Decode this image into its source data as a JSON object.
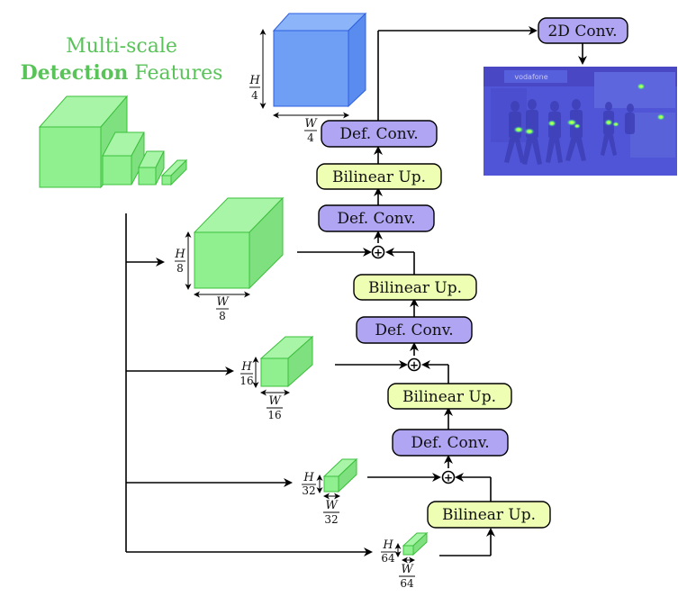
{
  "title": {
    "line1": "Multi-scale",
    "line2_bold": "Detection",
    "line2_rest": " Features"
  },
  "colors": {
    "title_green": "#59c35a",
    "cube_green": "#90f090",
    "cube_green_dark": "#3cbf3c",
    "cube_blue": "#6f9ef5",
    "cube_blue_dark": "#2d5fe0",
    "purple_box": "#b0a5f2",
    "yellow_box": "#eeffb4",
    "heatmap_bg": "#5055d8"
  },
  "blocks": {
    "def_conv": "Def. Conv.",
    "bilinear_up": "Bilinear Up.",
    "conv2d": "2D Conv."
  },
  "dims": {
    "h4": {
      "num": "H",
      "den": "4"
    },
    "w4": {
      "num": "W",
      "den": "4"
    },
    "h8": {
      "num": "H",
      "den": "8"
    },
    "w8": {
      "num": "W",
      "den": "8"
    },
    "h16": {
      "num": "H",
      "den": "16"
    },
    "w16": {
      "num": "W",
      "den": "16"
    },
    "h32": {
      "num": "H",
      "den": "32"
    },
    "w32": {
      "num": "W",
      "den": "32"
    },
    "h64": {
      "num": "H",
      "den": "64"
    },
    "w64": {
      "num": "W",
      "den": "64"
    }
  },
  "sum_symbol": "+",
  "heatmap_sign": "vodafone"
}
